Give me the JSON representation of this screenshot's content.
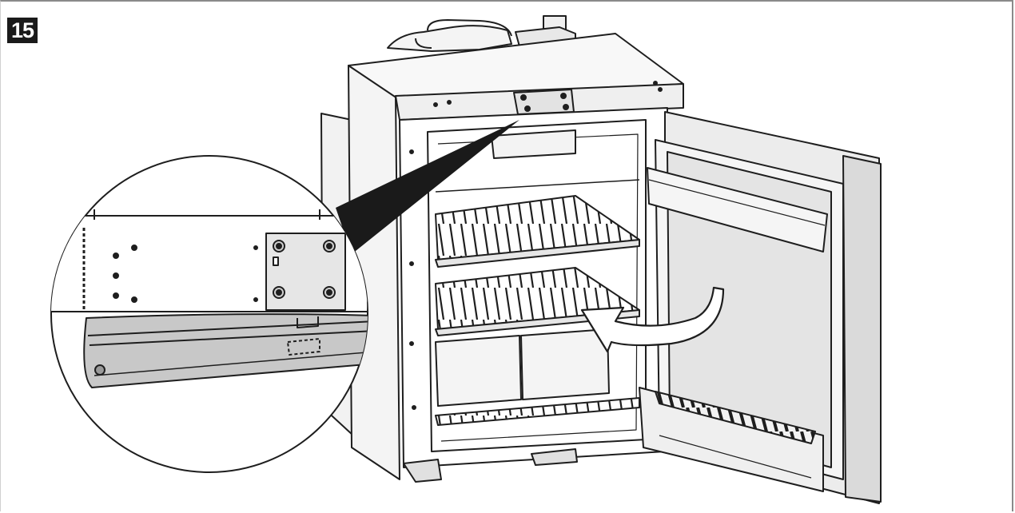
{
  "figure": {
    "step_number": "15",
    "colors": {
      "line": "#1e1e1e",
      "light_fill": "#f4f4f4",
      "mid_fill": "#dcdcdc",
      "dark_fill": "#a8a8a8",
      "badge_bg": "#1a1a1a",
      "badge_text": "#ffffff",
      "frame": "#8a8a8a"
    },
    "elements": {
      "main_subject": "refrigerator-open-door",
      "detail_view": "magnified-hinge-detail",
      "action_indicator": "curved-arrow-into-cabinet"
    }
  }
}
